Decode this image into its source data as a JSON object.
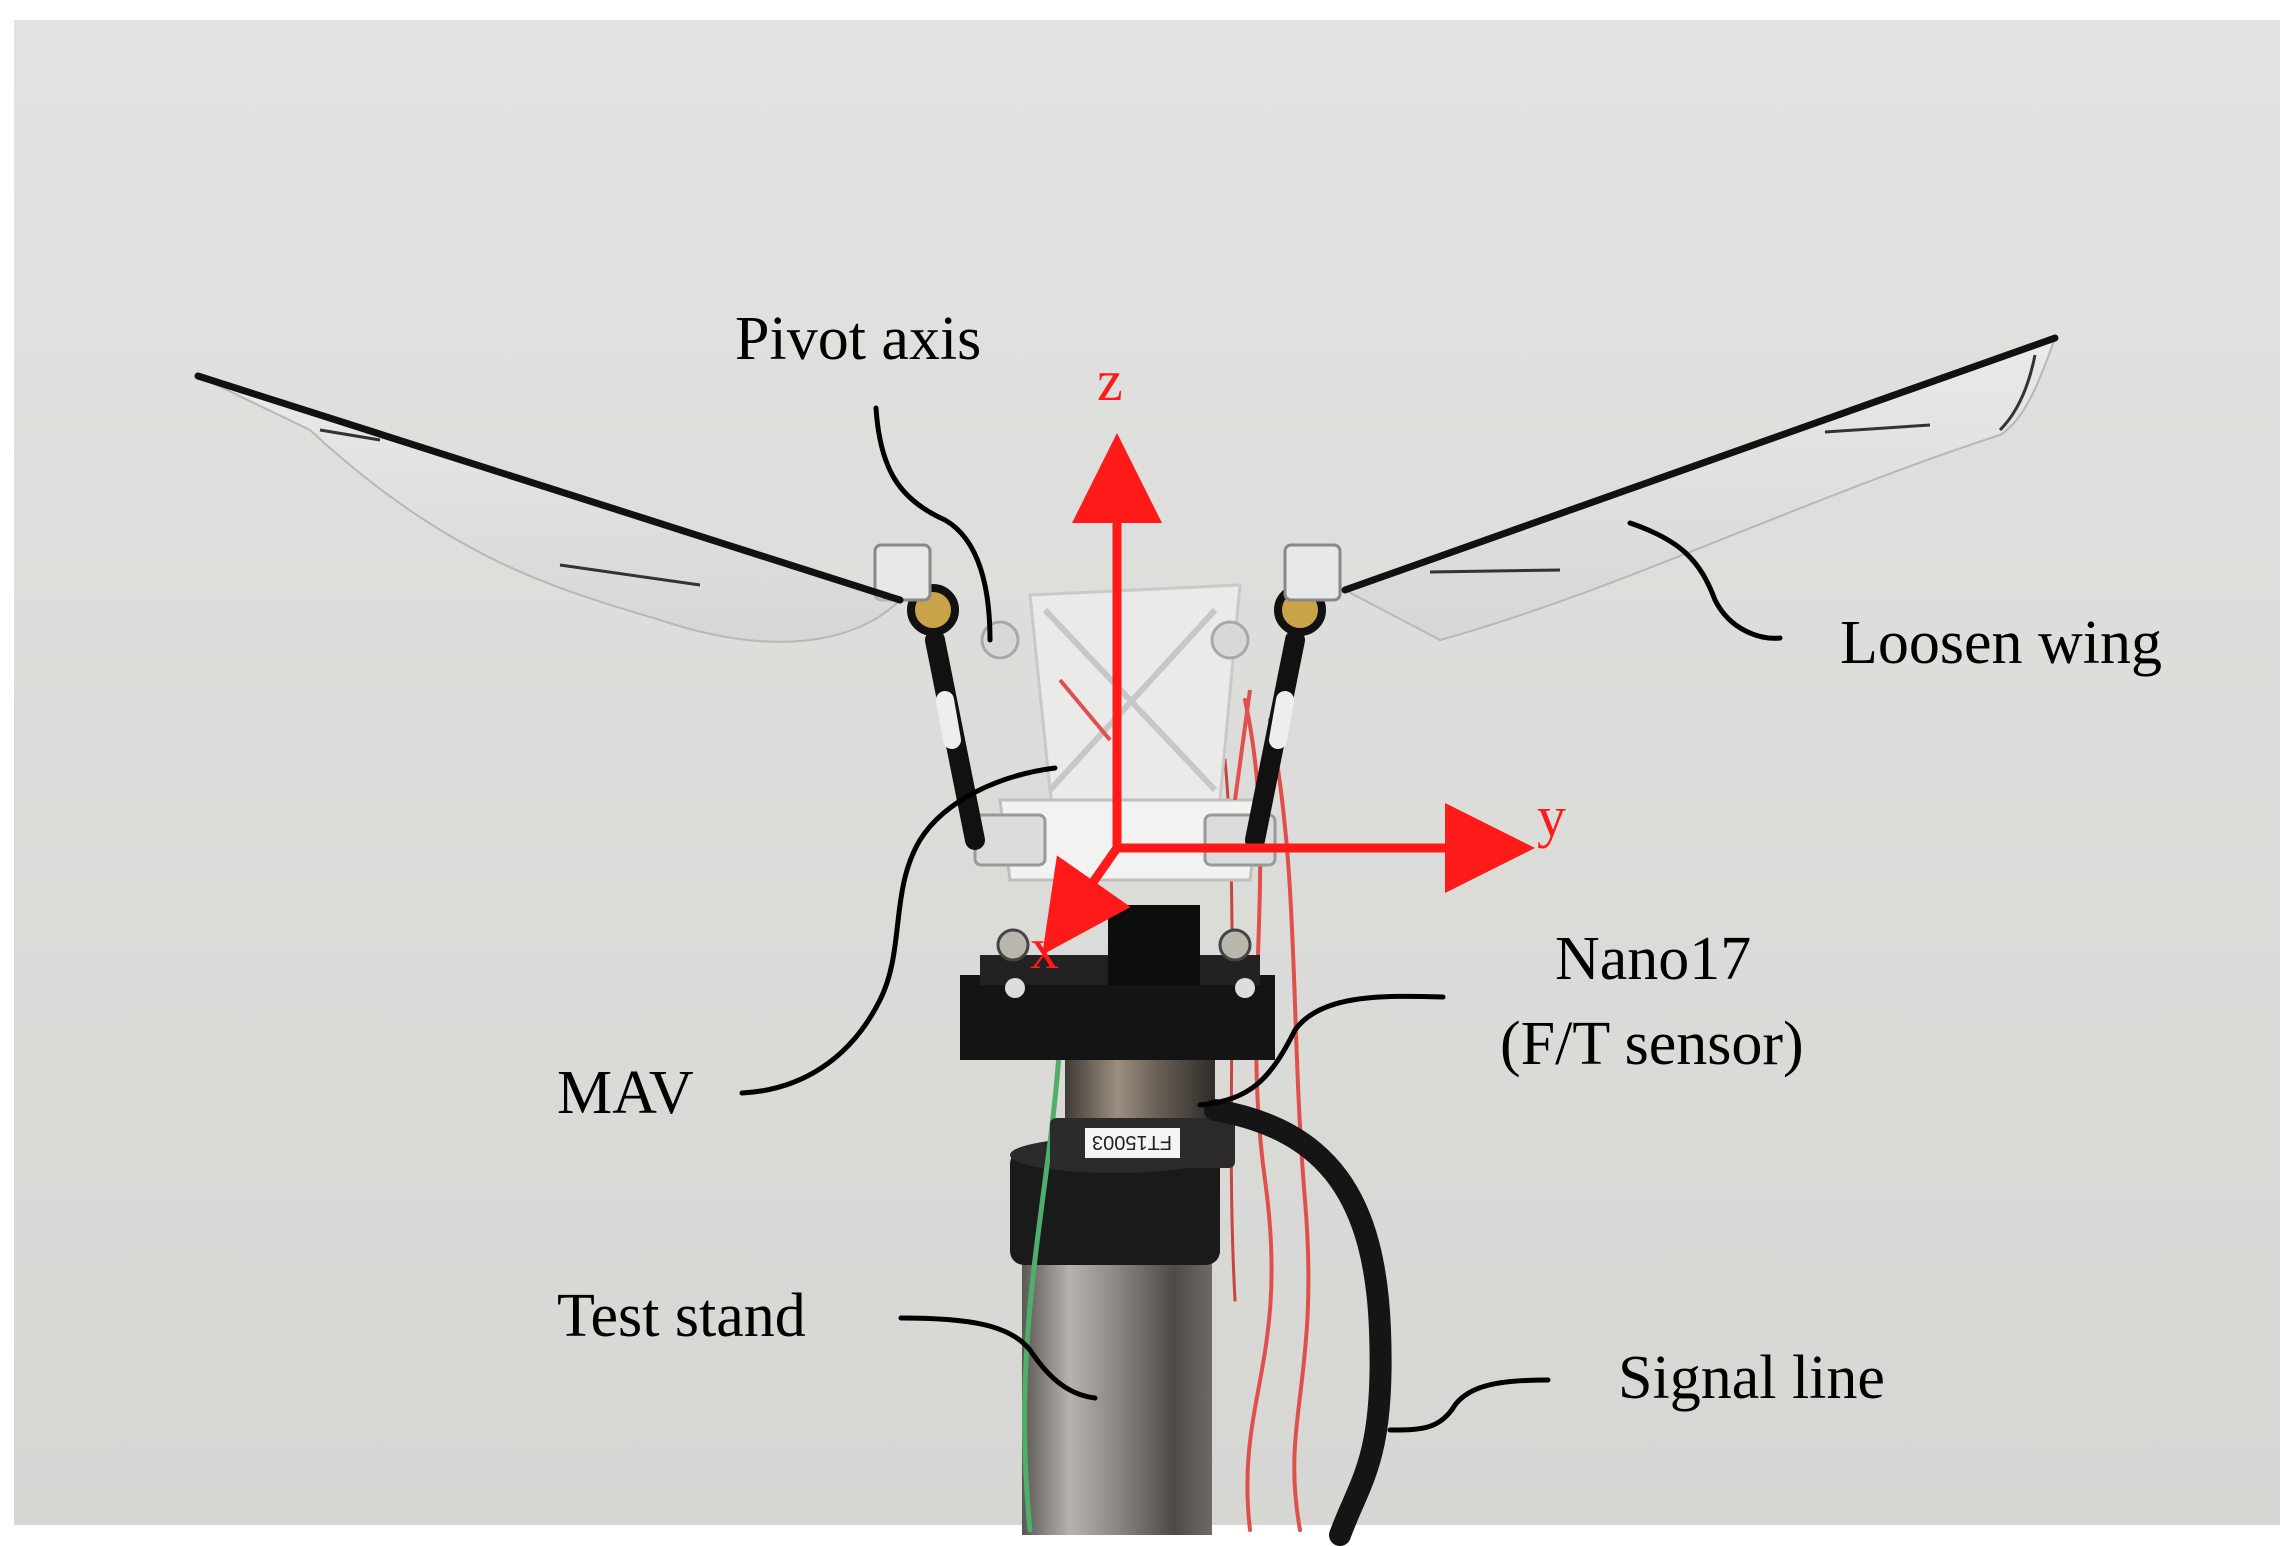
{
  "figure": {
    "labels": {
      "pivot_axis": "Pivot axis",
      "loosen_wing": "Loosen wing",
      "mav": "MAV",
      "sensor_line1": "Nano17",
      "sensor_line2": "(F/T sensor)",
      "test_stand": "Test stand",
      "signal_line": "Signal line"
    },
    "axes": {
      "z": "z",
      "y": "y",
      "x": "x"
    },
    "sensor_tag": "FT15003",
    "colors": {
      "background": "#dcdcda",
      "axis_red": "#ff1a1a",
      "label_text": "#000000",
      "leader_line": "#000000",
      "wire_red": "#e0504a",
      "wire_green": "#4fae6a",
      "cable_black": "#151515",
      "stand_metal": "#8a8580",
      "mount_black": "#141414"
    }
  }
}
